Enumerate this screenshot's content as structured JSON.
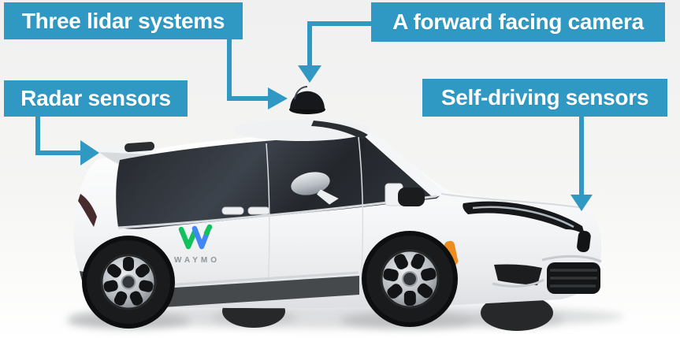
{
  "callouts": {
    "lidar": {
      "label": "Three lidar systems"
    },
    "camera": {
      "label": "A forward facing camera"
    },
    "radar": {
      "label": "Radar sensors"
    },
    "self_driving": {
      "label": "Self-driving sensors"
    }
  },
  "vehicle": {
    "brand_wordmark": "WAYMO"
  },
  "colors": {
    "callout_background": "#2f99c3",
    "callout_text": "#ffffff",
    "waymo_green": "#12c15d",
    "waymo_blue": "#4285f4",
    "wordmark_gray": "#8f959b"
  }
}
